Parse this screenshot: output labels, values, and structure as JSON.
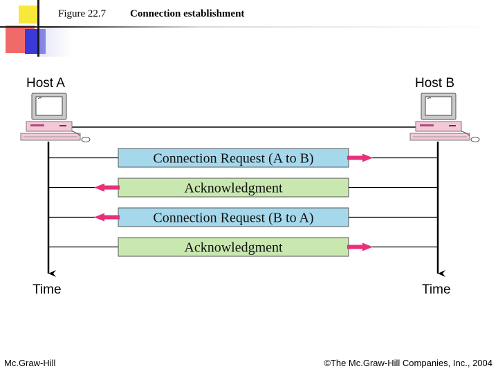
{
  "figure": {
    "number": "Figure 22.7",
    "caption": "Connection establishment"
  },
  "hosts": {
    "a_label": "Host A",
    "b_label": "Host B"
  },
  "timeline": {
    "a_time_label": "Time",
    "b_time_label": "Time"
  },
  "messages": [
    {
      "label": "Connection Request (A to B)",
      "direction": "A-to-B",
      "color": "#a6d8ec"
    },
    {
      "label": "Acknowledgment",
      "direction": "B-to-A",
      "color": "#c8e8b0"
    },
    {
      "label": "Connection Request (B to A)",
      "direction": "B-to-A",
      "color": "#a6d8ec"
    },
    {
      "label": "Acknowledgment",
      "direction": "A-to-B",
      "color": "#c8e8b0"
    }
  ],
  "colors": {
    "arrow": "#e8307a",
    "line": "#000000"
  },
  "footer": {
    "publisher": "Mc.Graw-Hill",
    "copyright": "©The Mc.Graw-Hill Companies, Inc., 2004"
  }
}
